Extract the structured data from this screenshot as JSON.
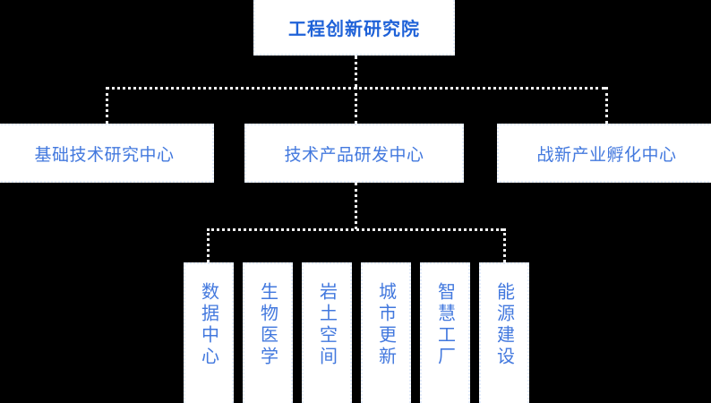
{
  "diagram": {
    "type": "organization-chart",
    "background_color": "#000000",
    "box_fill_color": "#ffffff",
    "connector_color": "#f2f2f2",
    "root": {
      "label": "工程创新研究院",
      "text_color": "#1f62d8",
      "bold": true
    },
    "level2": [
      {
        "label": "基础技术研究中心",
        "text_color": "#4278de"
      },
      {
        "label": "技术产品研发中心",
        "text_color": "#4278de"
      },
      {
        "label": "战新产业孵化中心",
        "text_color": "#4278de"
      }
    ],
    "level3_parent": "技术产品研发中心",
    "level3": [
      {
        "label": "数据中心",
        "text_color": "#4278de"
      },
      {
        "label": "生物医学",
        "text_color": "#4278de"
      },
      {
        "label": "岩土空间",
        "text_color": "#4278de"
      },
      {
        "label": "城市更新",
        "text_color": "#4278de"
      },
      {
        "label": "智慧工厂",
        "text_color": "#4278de"
      },
      {
        "label": "能源建设",
        "text_color": "#4278de"
      }
    ]
  }
}
